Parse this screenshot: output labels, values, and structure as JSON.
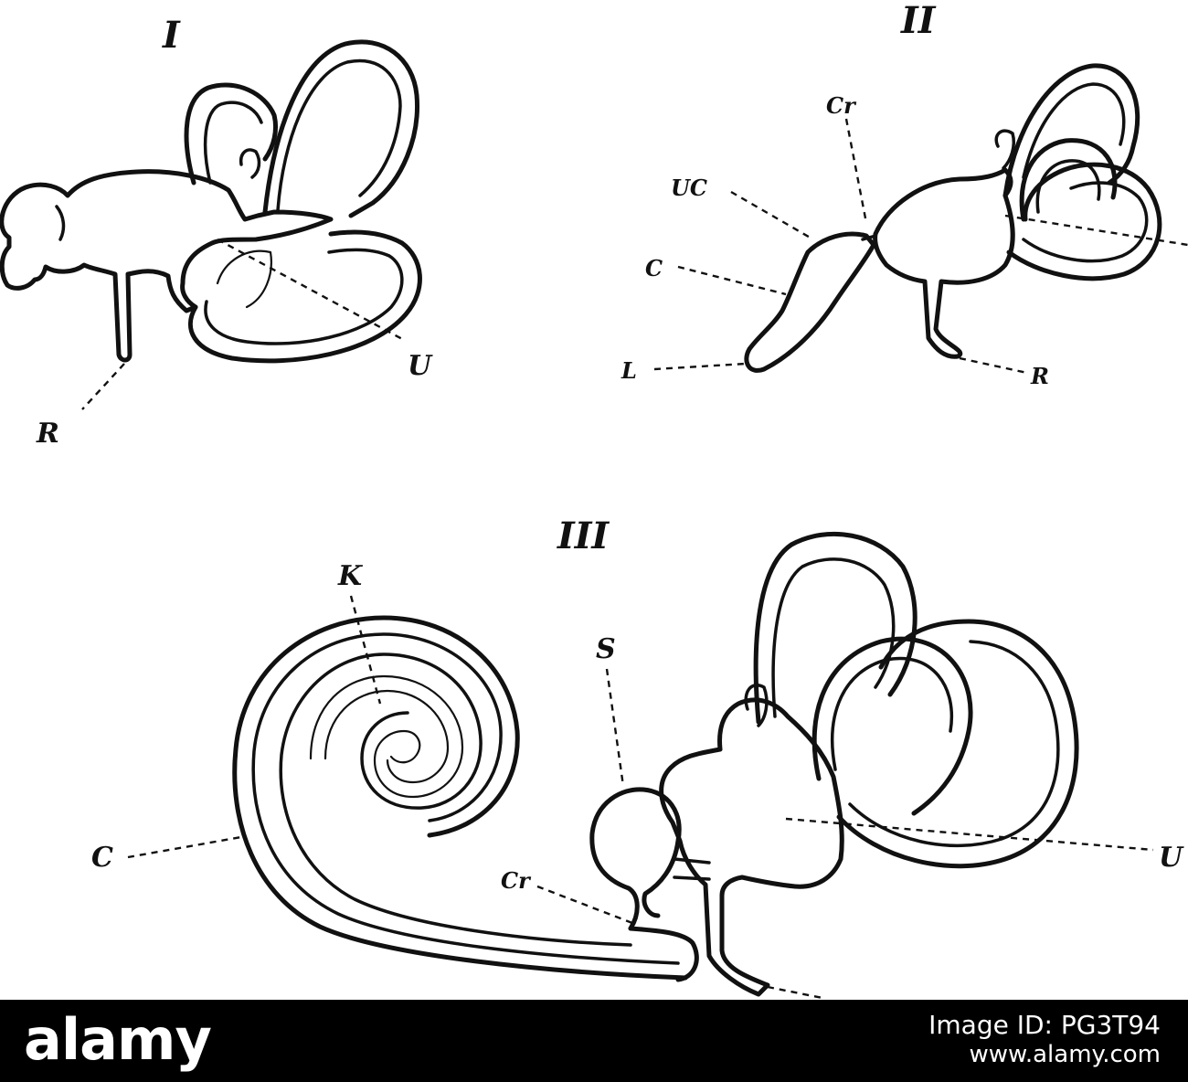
{
  "figure": {
    "panels": [
      {
        "numeral": "I"
      },
      {
        "numeral": "II"
      },
      {
        "numeral": "III"
      }
    ],
    "panel1_labels": {
      "U": "U",
      "R": "R"
    },
    "panel2_labels": {
      "Cr": "Cr",
      "UC": "UC",
      "C": "C",
      "L": "L",
      "R": "R"
    },
    "panel3_labels": {
      "K": "K",
      "S": "S",
      "C": "C",
      "Cr": "Cr",
      "U": "U"
    }
  },
  "footer": {
    "logo": "alamy",
    "image_id": "Image ID: PG3T94",
    "url": "www.alamy.com"
  },
  "colors": {
    "ink": "#111111",
    "background": "#ffffff",
    "footer_bg": "#000000",
    "footer_text": "#ffffff"
  }
}
